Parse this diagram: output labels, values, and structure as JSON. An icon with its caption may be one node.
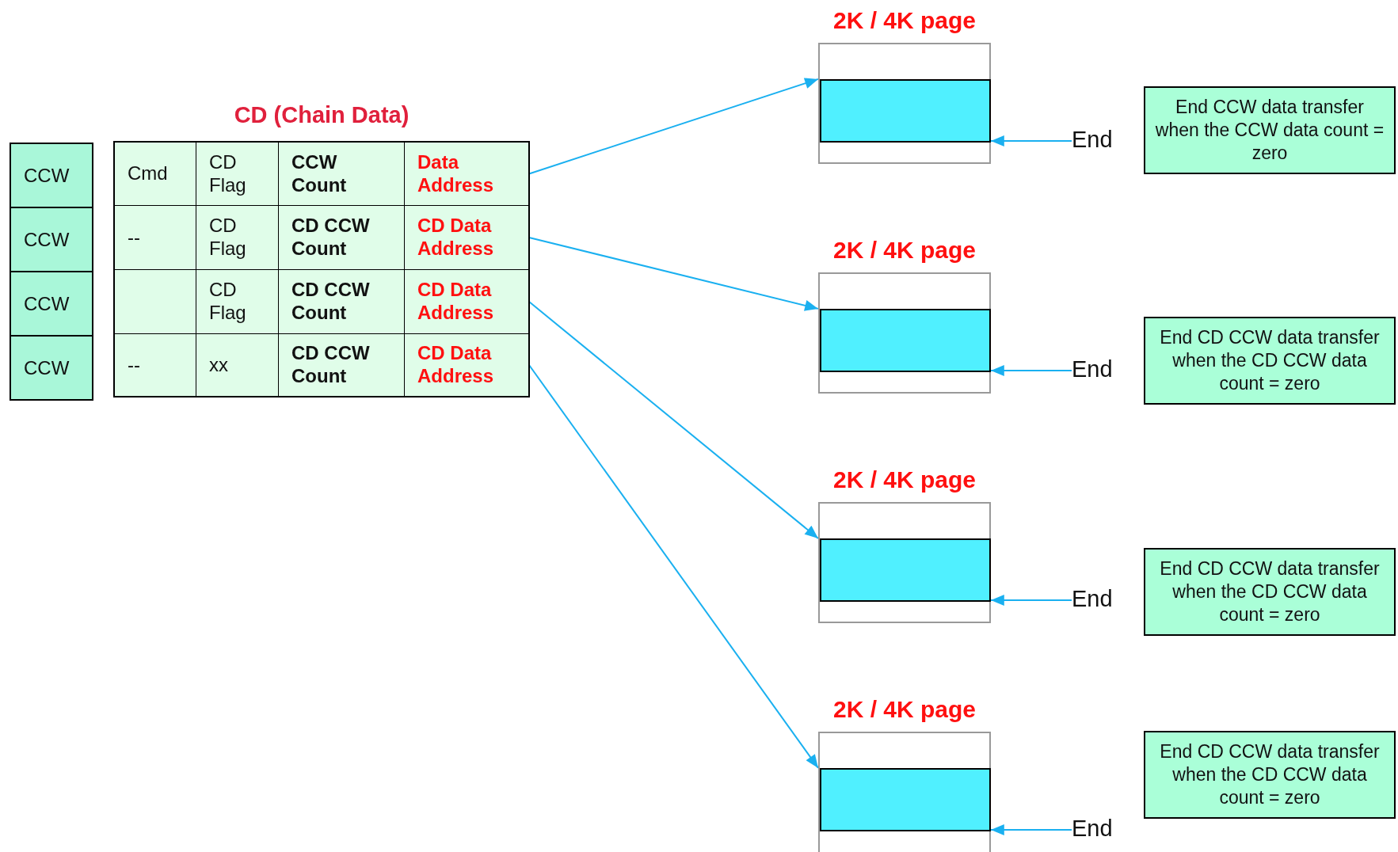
{
  "diagram": {
    "nodes": [
      {
        "text": [
          "CCW"
        ]
      },
      {
        "text": [
          "CCW"
        ]
      },
      {
        "text": [
          "CCW"
        ]
      },
      {
        "text": [
          "CCW"
        ]
      },
      {
        "text": [
          "CD (Chain Data)"
        ]
      },
      {
        "text": [
          "Cmd"
        ],
        "in": 4
      },
      {
        "text": [
          "CD Flag"
        ],
        "in": 4
      },
      {
        "text": [
          "CCW Count"
        ],
        "in": 4
      },
      {
        "text": [
          "Data Address"
        ],
        "in": 4
      },
      {
        "text": [
          "--"
        ],
        "in": 4
      },
      {
        "text": [
          "CD Flag"
        ],
        "in": 4
      },
      {
        "text": [
          "CD CCW Count"
        ],
        "in": 4
      },
      {
        "text": [
          "CD Data Address"
        ],
        "in": 4
      },
      {
        "text": [],
        "shape": "box",
        "in": 4
      },
      {
        "text": [
          "CD Flag"
        ],
        "in": 4
      },
      {
        "text": [
          "CD CCW Count"
        ],
        "in": 4
      },
      {
        "text": [
          "CD Data Address"
        ],
        "in": 4
      },
      {
        "text": [
          "--"
        ],
        "in": 4
      },
      {
        "text": [
          "xx"
        ],
        "in": 4
      },
      {
        "text": [
          "CD CCW Count"
        ],
        "in": 4
      },
      {
        "text": [
          "CD Data Address"
        ],
        "in": 4
      },
      {
        "text": [
          "2K / 4K page"
        ]
      },
      {
        "text": [],
        "shape": "box",
        "in": 21
      },
      {
        "text": [
          "End"
        ]
      },
      {
        "text": [
          "End CCW data transfer when the CCW data count = zero"
        ]
      },
      {
        "text": [
          "2K / 4K page"
        ]
      },
      {
        "text": [],
        "shape": "box",
        "in": 25
      },
      {
        "text": [
          "End"
        ]
      },
      {
        "text": [
          "End CD CCW data transfer when the CD CCW data count = zero"
        ]
      },
      {
        "text": [
          "2K / 4K page"
        ]
      },
      {
        "text": [],
        "shape": "box",
        "in": 29
      },
      {
        "text": [
          "End"
        ]
      },
      {
        "text": [
          "End CD CCW data transfer when the CD CCW data count = zero"
        ]
      },
      {
        "text": [
          "2K / 4K page"
        ]
      },
      {
        "text": [],
        "shape": "box",
        "in": 33
      },
      {
        "text": [
          "End"
        ]
      },
      {
        "text": [
          "End CD CCW data transfer when the CD CCW data count = zero"
        ]
      }
    ],
    "edges": [
      {
        "from": 8,
        "to": 21,
        "arrow": "to"
      },
      {
        "from": 23,
        "to": 22,
        "arrow": "to"
      },
      {
        "from": 12,
        "to": 25,
        "arrow": "to"
      },
      {
        "from": 27,
        "to": 26,
        "arrow": "to"
      },
      {
        "from": 16,
        "to": 29,
        "arrow": "to"
      },
      {
        "from": 31,
        "to": 30,
        "arrow": "to"
      },
      {
        "from": 20,
        "to": 33,
        "arrow": "to"
      },
      {
        "from": 35,
        "to": 34,
        "arrow": "to"
      }
    ]
  }
}
